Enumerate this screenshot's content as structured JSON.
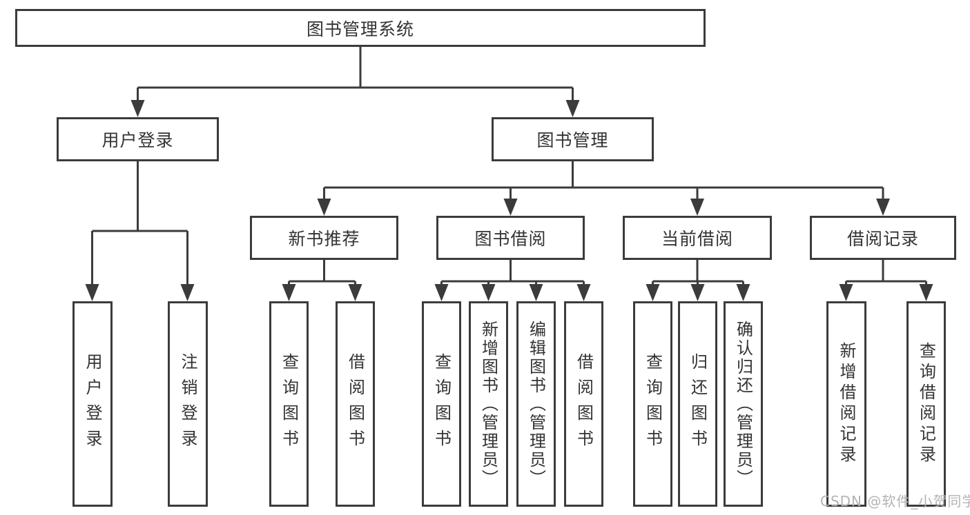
{
  "tree": {
    "root": {
      "label": "图书管理系统"
    },
    "branches": [
      {
        "label": "用户登录",
        "children": [
          {
            "label": "用户登录"
          },
          {
            "label": "注销登录"
          }
        ]
      },
      {
        "label": "图书管理",
        "children": [
          {
            "label": "新书推荐",
            "children": [
              {
                "label": "查询图书"
              },
              {
                "label": "借阅图书"
              }
            ]
          },
          {
            "label": "图书借阅",
            "children": [
              {
                "label": "查询图书"
              },
              {
                "label": "新增图书（管理员）"
              },
              {
                "label": "编辑图书（管理员）"
              },
              {
                "label": "借阅图书"
              }
            ]
          },
          {
            "label": "当前借阅",
            "children": [
              {
                "label": "查询图书"
              },
              {
                "label": "归还图书"
              },
              {
                "label": "确认归还（管理员）"
              }
            ]
          },
          {
            "label": "借阅记录",
            "children": [
              {
                "label": "新增借阅记录"
              },
              {
                "label": "查询借阅记录"
              }
            ]
          }
        ]
      }
    ]
  },
  "watermark": {
    "text": "CSDN @软件_小贺同学"
  },
  "colors": {
    "line": "#3b3b3b",
    "text": "#333333",
    "watermark": "#b3b3b3",
    "background": "#ffffff"
  }
}
